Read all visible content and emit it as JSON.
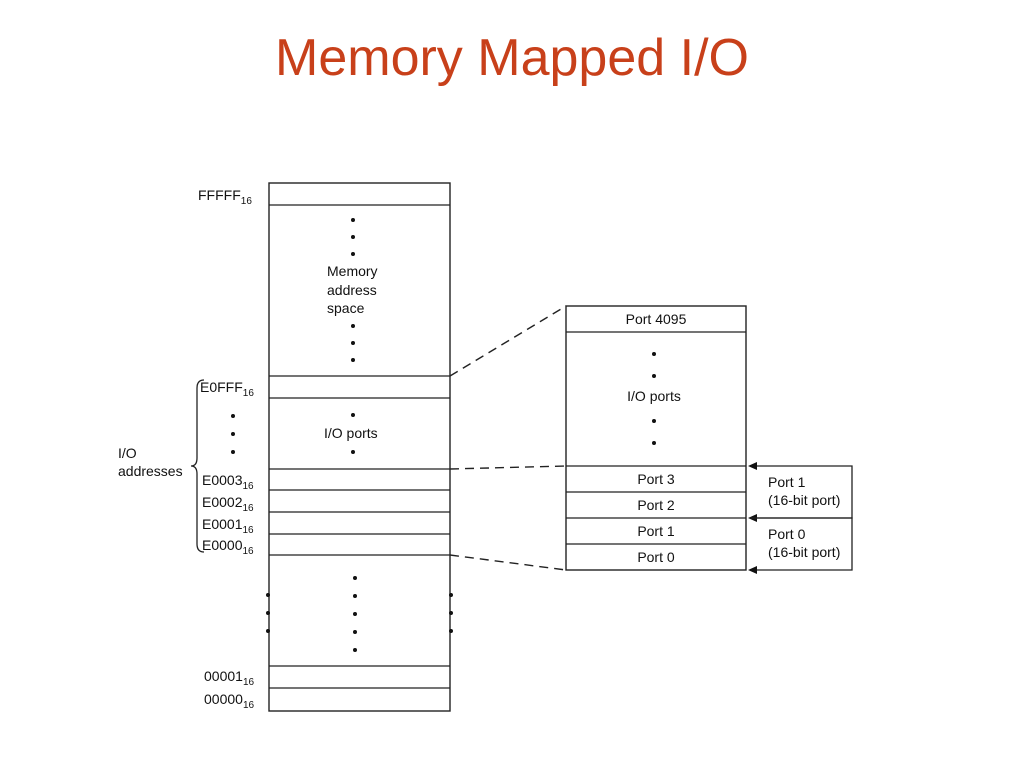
{
  "slide": {
    "title": "Memory Mapped I/O"
  },
  "memory_map": {
    "top_address": "FFFFF",
    "top_address_sub": "16",
    "memory_label_line1": "Memory",
    "memory_label_line2": "address",
    "memory_label_line3": "space",
    "io_top_address": "E0FFF",
    "io_top_address_sub": "16",
    "io_ports_label": "I/O ports",
    "io_addresses_line1": "I/O",
    "io_addresses_line2": "addresses",
    "addr_e0003": "E0003",
    "addr_e0002": "E0002",
    "addr_e0001": "E0001",
    "addr_e0000": "E0000",
    "addr_00001": "00001",
    "addr_00000": "00000",
    "addr_sub": "16"
  },
  "port_map": {
    "port_4095": "Port 4095",
    "io_ports_label": "I/O ports",
    "port_3": "Port 3",
    "port_2": "Port 2",
    "port_1": "Port 1",
    "port_0": "Port 0"
  },
  "wide_ports": {
    "port1_line1": "Port 1",
    "port1_line2": "(16-bit port)",
    "port0_line1": "Port 0",
    "port0_line2": "(16-bit port)"
  }
}
